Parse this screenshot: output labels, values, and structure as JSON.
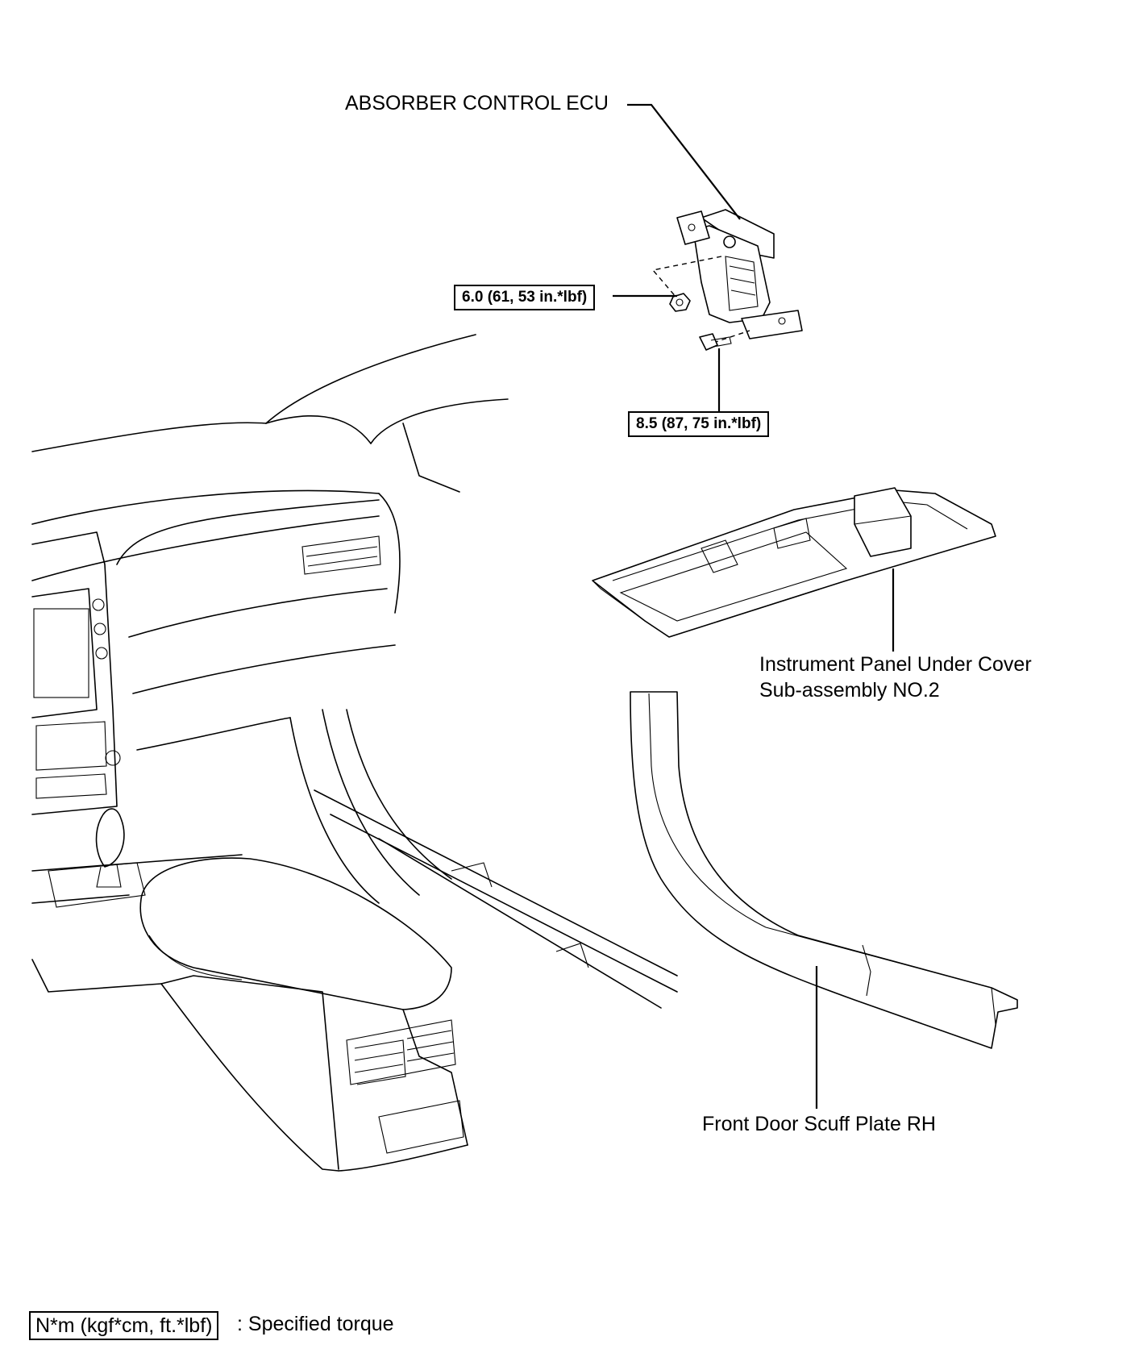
{
  "labels": {
    "ecu": "ABSORBER CONTROL ECU",
    "torque_nut": "6.0 (61, 53 in.*lbf)",
    "torque_bolt": "8.5 (87, 75 in.*lbf)",
    "under_cover_line1": "Instrument Panel Under Cover",
    "under_cover_line2": "Sub-assembly NO.2",
    "scuff_plate": "Front Door Scuff Plate RH"
  },
  "legend": {
    "unit_box": "N*m (kgf*cm, ft.*lbf)",
    "description": ": Specified torque"
  }
}
